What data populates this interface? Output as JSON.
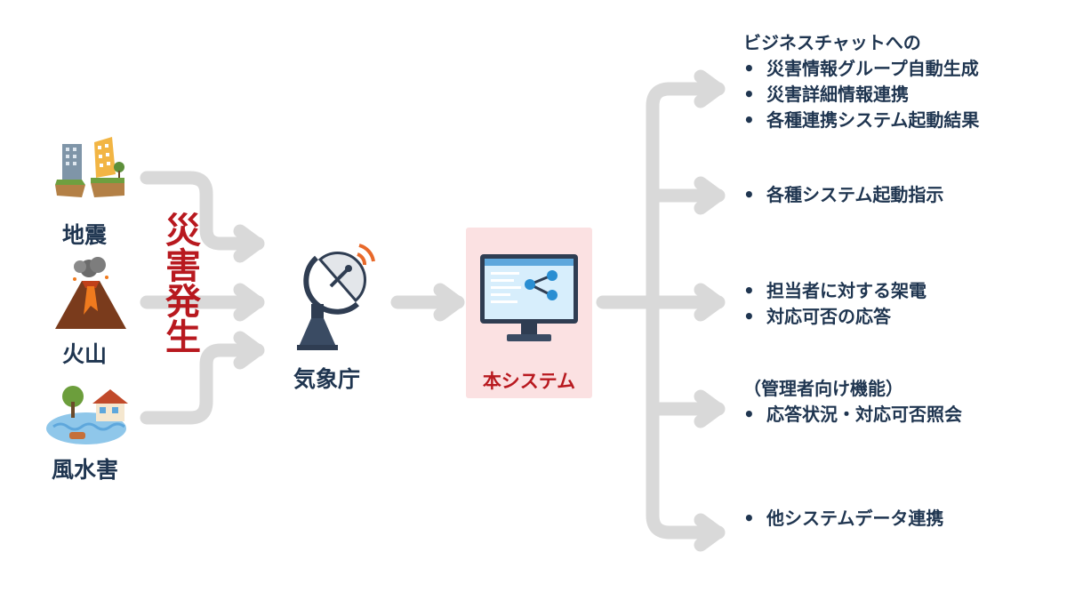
{
  "sources": [
    {
      "label": "地震",
      "icon": "earthquake-icon"
    },
    {
      "label": "火山",
      "icon": "volcano-icon"
    },
    {
      "label": "風水害",
      "icon": "flood-icon"
    }
  ],
  "trigger_label": "災害発生",
  "agency": {
    "label": "気象庁",
    "icon": "satellite-dish-icon"
  },
  "system": {
    "label": "本システム",
    "icon": "monitor-share-icon"
  },
  "bullet": "•",
  "outputs": [
    {
      "header": "ビジネスチャットへの",
      "items": [
        "災害情報グループ自動生成",
        "災害詳細情報連携",
        "各種連携システム起動結果"
      ]
    },
    {
      "header": "",
      "items": [
        "各種システム起動指示"
      ]
    },
    {
      "header": "",
      "items": [
        "担当者に対する架電",
        "対応可否の応答"
      ]
    },
    {
      "header": "（管理者向け機能）",
      "items": [
        "応答状況・対応可否照会"
      ]
    },
    {
      "header": "",
      "items": [
        "他システムデータ連携"
      ]
    }
  ],
  "colors": {
    "arrow": "#d9d9d9",
    "text": "#1f3550",
    "accent_red": "#b8191f",
    "system_bg": "#fbe1e2"
  }
}
